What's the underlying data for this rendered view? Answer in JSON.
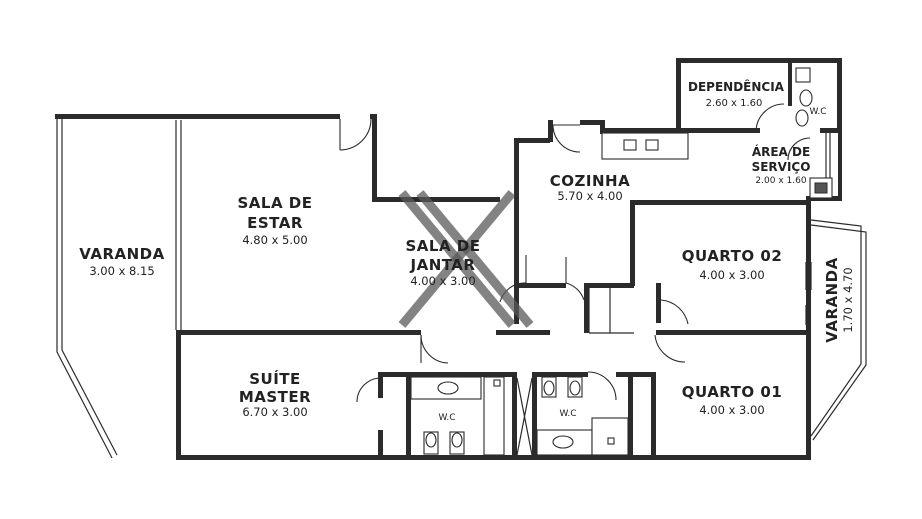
{
  "rooms": {
    "varanda_left": {
      "name": "VARANDA",
      "dim": "3.00 x 8.15"
    },
    "sala_estar": {
      "name_line1": "SALA DE",
      "name_line2": "ESTAR",
      "dim": "4.80 x 5.00"
    },
    "sala_jantar": {
      "name_line1": "SALA DE",
      "name_line2": "JANTAR",
      "dim": "4.00 x 3.00"
    },
    "cozinha": {
      "name": "COZINHA",
      "dim": "5.70 x 4.00"
    },
    "dependencia": {
      "name": "DEPENDÊNCIA",
      "dim": "2.60 x 1.60",
      "wc": "W.C"
    },
    "area_servico": {
      "name_line1": "ÁREA DE",
      "name_line2": "SERVIÇO",
      "dim": "2.00 x 1.60"
    },
    "quarto_02": {
      "name": "QUARTO 02",
      "dim": "4.00 x 3.00"
    },
    "quarto_01": {
      "name": "QUARTO 01",
      "dim": "4.00 x 3.00"
    },
    "varanda_right": {
      "name": "VARANDA",
      "dim": "1.70 x 4.70"
    },
    "suite_master": {
      "name_line1": "SUÍTE",
      "name_line2": "MASTER",
      "dim": "6.70 x 3.00"
    },
    "wc_suite": {
      "name": "W.C"
    },
    "wc_social": {
      "name": "W.C"
    }
  }
}
